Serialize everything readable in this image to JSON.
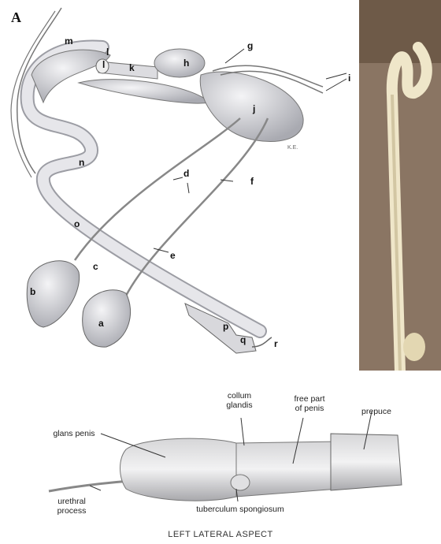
{
  "panel_a": {
    "panel_label": "A",
    "labels": {
      "m": "m",
      "l_upper": "l",
      "l_lower": "l",
      "k": "k",
      "h": "h",
      "g": "g",
      "i": "i",
      "j": "j",
      "n": "n",
      "d": "d",
      "f": "f",
      "o": "o",
      "e": "e",
      "c": "c",
      "b": "b",
      "a": "a",
      "p": "p",
      "q": "q",
      "r": "r"
    },
    "signature": "K.E."
  },
  "photo": {
    "colors": {
      "background": "#8a7563",
      "organ": "#efe6c9"
    }
  },
  "bottom_diagram": {
    "labels": {
      "collum": "collum\nglandis",
      "free_part": "free part\nof penis",
      "prepuce": "prepuce",
      "glans": "glans penis",
      "urethral": "urethral\nprocess",
      "tuberculum": "tuberculum spongiosum"
    },
    "caption": "LEFT LATERAL ASPECT"
  }
}
